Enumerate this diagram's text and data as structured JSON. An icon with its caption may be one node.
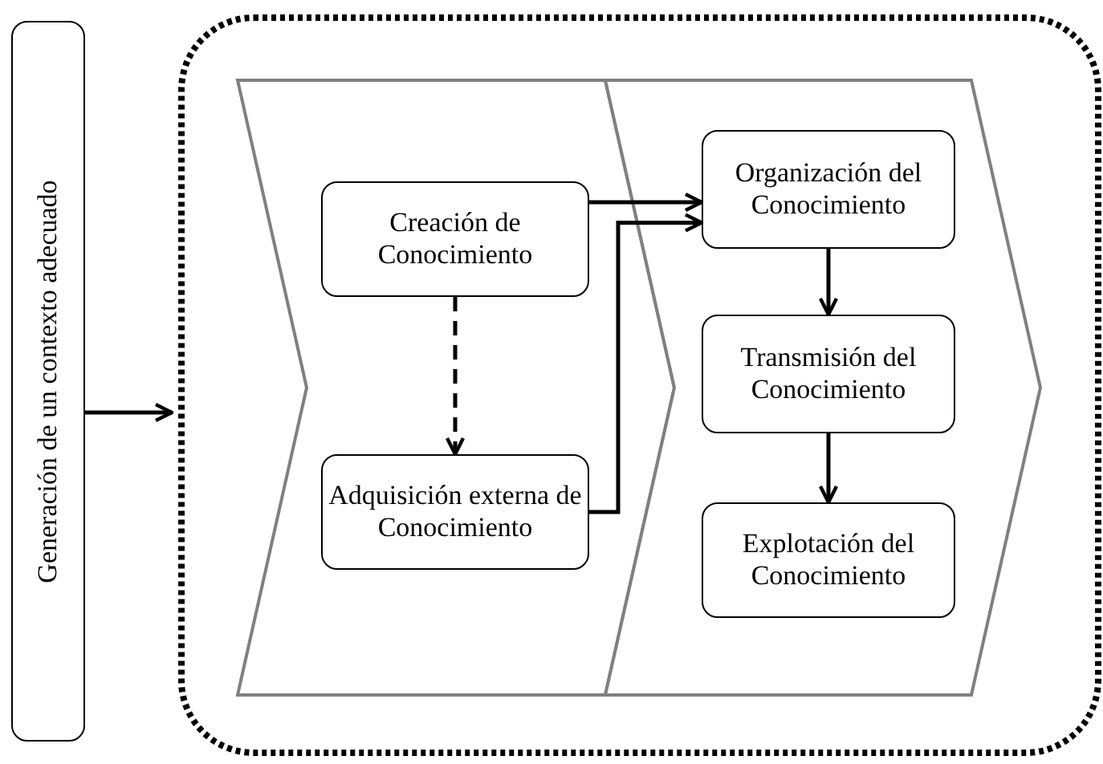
{
  "diagram": {
    "nodes": [
      {
        "text": [
          "Generación de un contexto adecuado"
        ]
      },
      {
        "text": [],
        "shape": "box"
      },
      {
        "text": [],
        "shape": "chevron",
        "in": 1
      },
      {
        "text": [],
        "shape": "chevron",
        "in": 1
      },
      {
        "text": [
          "Creación de Conocimiento"
        ],
        "in": 2
      },
      {
        "text": [
          "Adquisición externa de Conocimiento"
        ],
        "in": 2
      },
      {
        "text": [
          "Organización del Conocimiento"
        ],
        "in": 3
      },
      {
        "text": [
          "Transmisión del Conocimiento"
        ],
        "in": 3
      },
      {
        "text": [
          "Explotación del Conocimiento"
        ],
        "in": 3
      }
    ],
    "edges": [
      {
        "from": 0,
        "to": 1,
        "arrow": "to"
      },
      {
        "from": 4,
        "to": 6,
        "arrow": "to"
      },
      {
        "from": 5,
        "to": 6,
        "arrow": "to"
      },
      {
        "from": 4,
        "to": 5,
        "arrow": "to",
        "style": "dashed"
      },
      {
        "from": 6,
        "to": 7,
        "arrow": "to"
      },
      {
        "from": 7,
        "to": 8,
        "arrow": "to"
      }
    ]
  }
}
